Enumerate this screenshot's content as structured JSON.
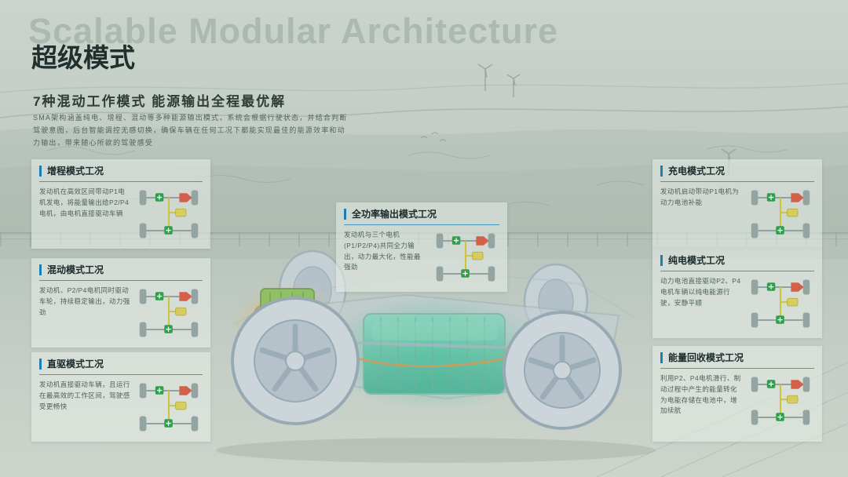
{
  "header": {
    "watermark": "Scalable Modular Architecture",
    "title": "超级模式",
    "subtitle": "7种混动工作模式 能源输出全程最优解",
    "description": "SMA架构涵盖纯电、增程、混动等多种能源输出模式，系统会根据行驶状态，并结合判断驾驶意图，后台智能调控无感切换，确保车辆在任何工况下都能实现最佳的能源效率和动力输出，带来随心所欲的驾驶感受"
  },
  "cards": [
    {
      "title": "增程模式工况",
      "desc": "发动机在高效区间带动P1电机发电，将能量输出给P2/P4电机，由电机直接驱动车辆"
    },
    {
      "title": "混动模式工况",
      "desc": "发动机、P2/P4电机同时驱动车轮，持续稳定输出，动力强劲"
    },
    {
      "title": "直驱模式工况",
      "desc": "发动机直接驱动车辆，且运行在最高效的工作区间，驾驶感受更畅快"
    },
    {
      "title": "全功率输出模式工况",
      "desc": "发动机与三个电机(P1/P2/P4)共同全力输出，动力最大化，性能最强劲"
    },
    {
      "title": "充电模式工况",
      "desc": "发动机启动带动P1电机为动力电池补能"
    },
    {
      "title": "纯电模式工况",
      "desc": "动力电池直接驱动P2、P4电机车辆以纯电能源行驶，安静平顺"
    },
    {
      "title": "能量回收模式工况",
      "desc": "利用P2、P4电机滑行、制动过程中产生的能量转化为电能存储在电池中，增加续航"
    }
  ],
  "colors": {
    "accent_blue": "#1b7fb4",
    "motor_green": "#2f9e4d",
    "engine_red": "#d2604a",
    "wire_yellow": "#cfc33e",
    "battery_teal": "#3fbf9d",
    "background": "#c2ccc4"
  },
  "icons": {
    "schematic": "powertrain-schematic-icon",
    "turbine": "wind-turbine-icon"
  }
}
